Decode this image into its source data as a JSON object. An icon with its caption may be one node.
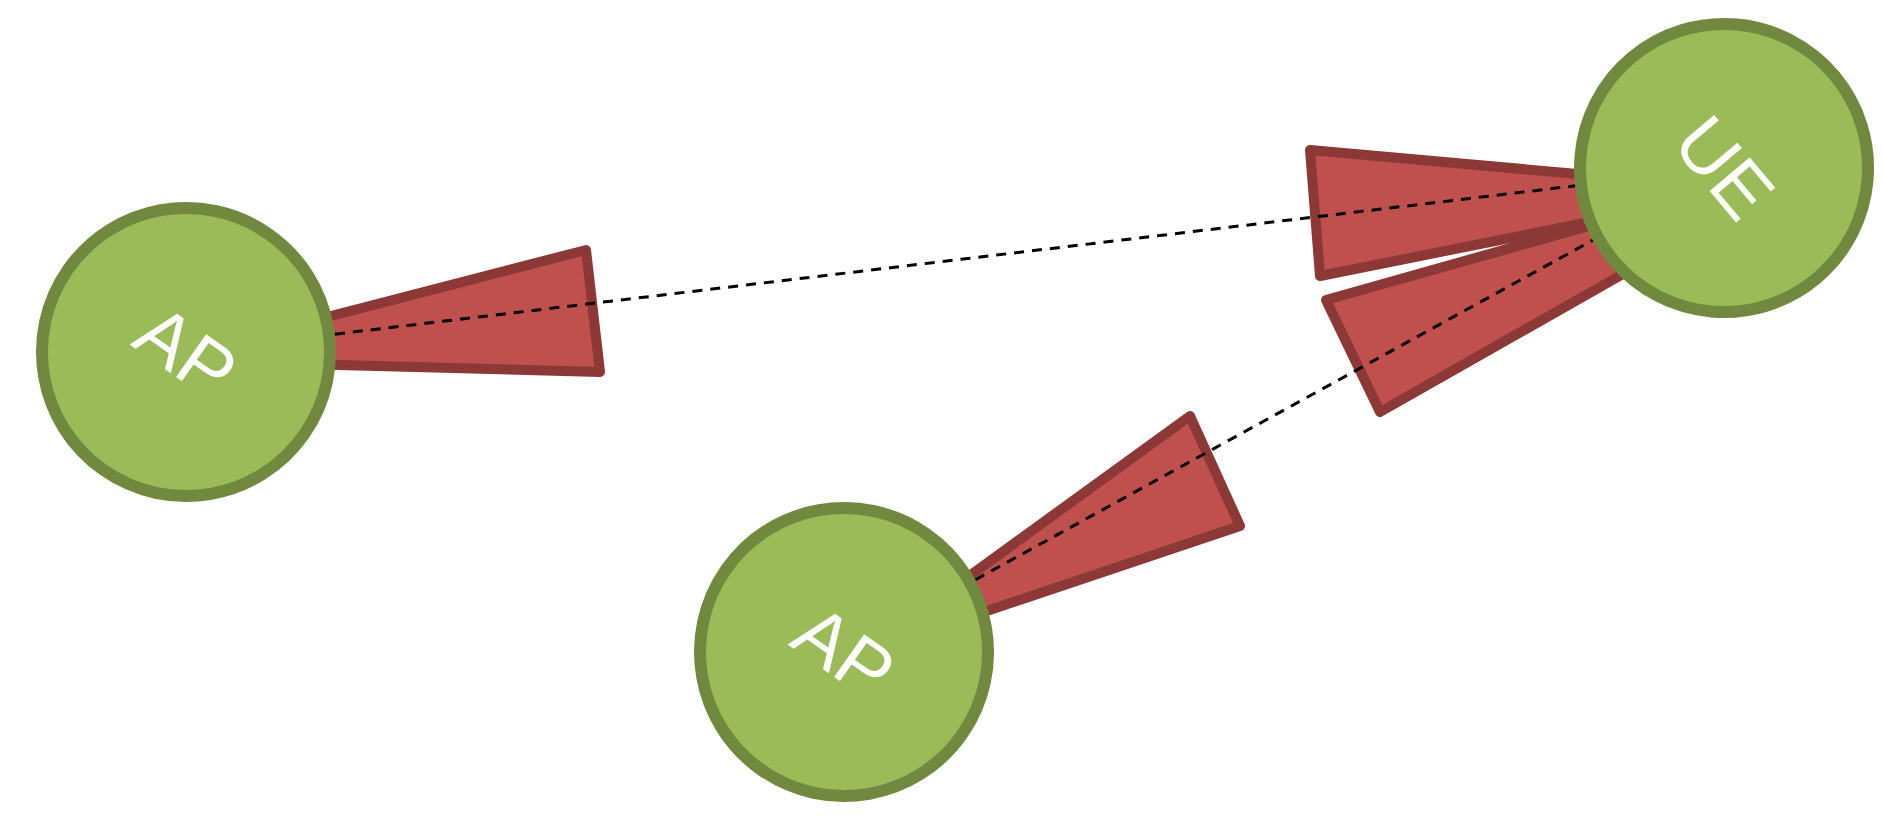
{
  "diagram": {
    "nodes": [
      {
        "text": [
          "AP"
        ]
      },
      {
        "text": [
          "UE"
        ]
      },
      {
        "text": [
          "AP"
        ]
      }
    ],
    "edges": [
      {
        "from": 0,
        "to": 1,
        "arrow": "none",
        "style": "dashed"
      },
      {
        "from": 2,
        "to": 1,
        "arrow": "none",
        "style": "dashed"
      }
    ]
  }
}
